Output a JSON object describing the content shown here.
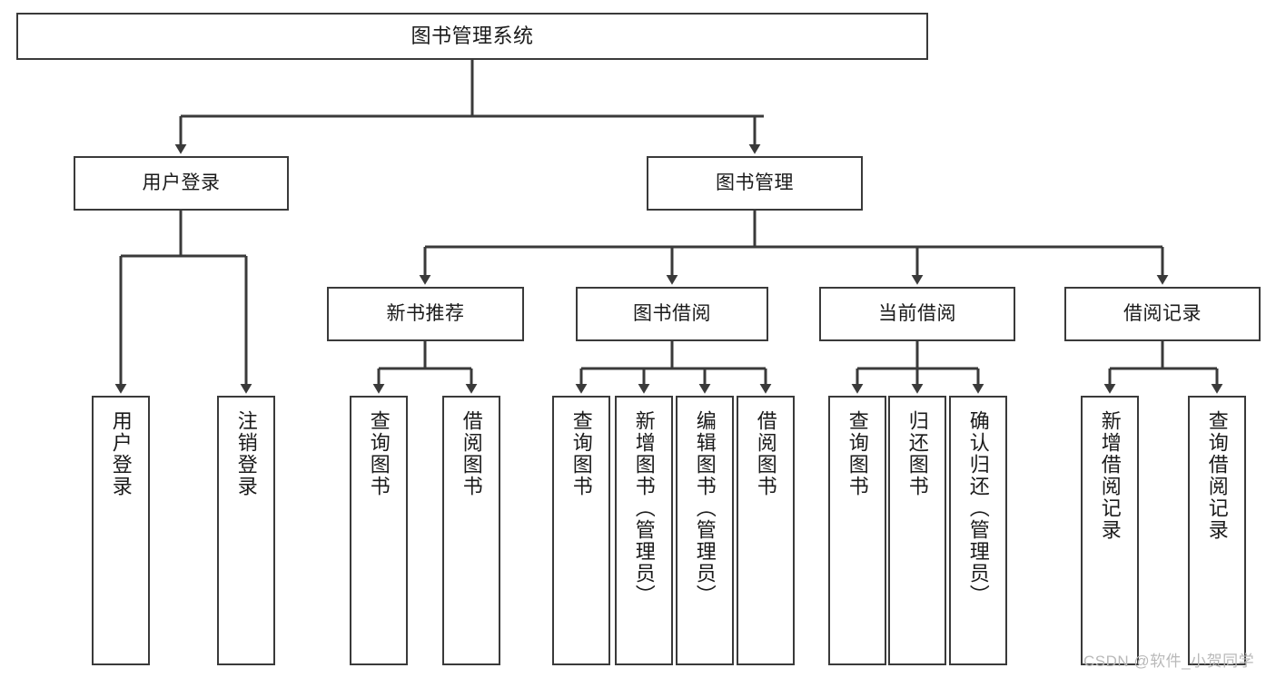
{
  "diagram": {
    "type": "tree",
    "title": "图书管理系统",
    "root": {
      "label": "图书管理系统"
    },
    "level2": [
      {
        "label": "用户登录"
      },
      {
        "label": "图书管理"
      }
    ],
    "level3": [
      {
        "label": "新书推荐"
      },
      {
        "label": "图书借阅"
      },
      {
        "label": "当前借阅"
      },
      {
        "label": "借阅记录"
      }
    ],
    "leaves": {
      "user_login": [
        {
          "label": "用户登录"
        },
        {
          "label": "注销登录"
        }
      ],
      "new_book_recommend": [
        {
          "label": "查询图书"
        },
        {
          "label": "借阅图书"
        }
      ],
      "book_borrow": [
        {
          "label": "查询图书"
        },
        {
          "label": "新增图书（管理员）"
        },
        {
          "label": "编辑图书（管理员）"
        },
        {
          "label": "借阅图书"
        }
      ],
      "current_borrow": [
        {
          "label": "查询图书"
        },
        {
          "label": "归还图书"
        },
        {
          "label": "确认归还（管理员）"
        }
      ],
      "borrow_record": [
        {
          "label": "新增借阅记录"
        },
        {
          "label": "查询借阅记录"
        }
      ]
    }
  },
  "watermark": {
    "text": "CSDN @软件_小贺同学"
  },
  "colors": {
    "stroke": "#3a3a3a",
    "box_fill": "#ffffff",
    "text": "#1a1a1a",
    "watermark": "#b9b9b9",
    "background": "#ffffff"
  }
}
